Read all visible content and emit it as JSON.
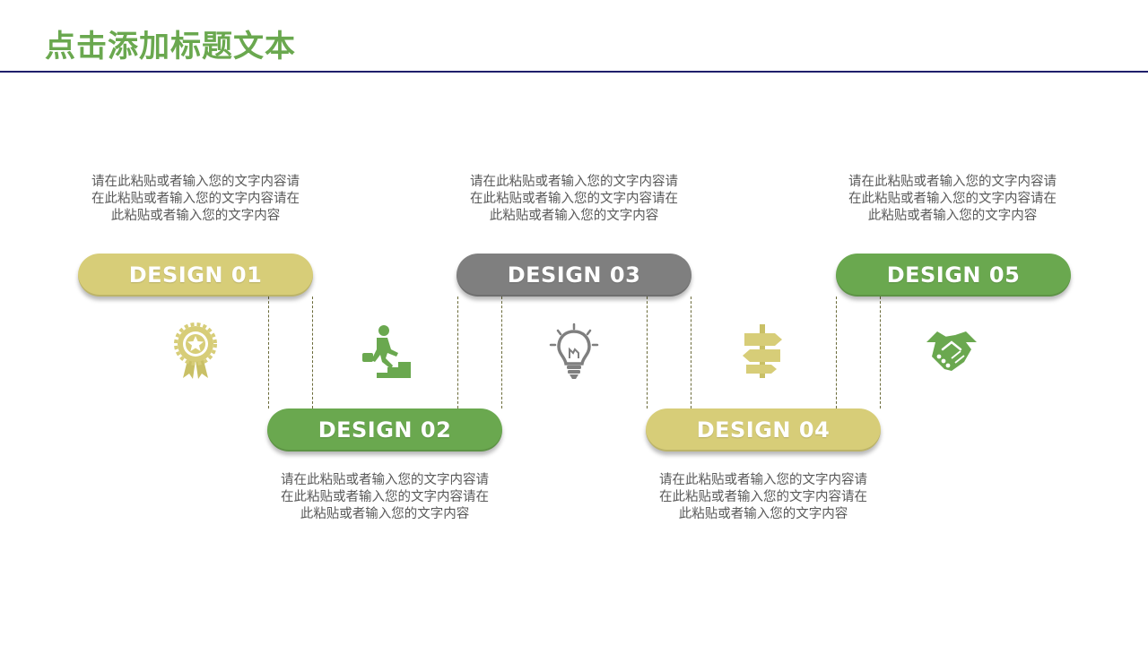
{
  "header": {
    "title": "点击添加标题文本"
  },
  "steps": [
    {
      "label": "DESIGN 01",
      "color": "#d7cd78",
      "icon": "award-ribbon-icon",
      "text": "请在此粘贴或者输入您的文字内容请在此粘贴或者输入您的文字内容请在此粘贴或者输入您的文字内容"
    },
    {
      "label": "DESIGN 02",
      "color": "#6aa84f",
      "icon": "climbing-stairs-icon",
      "text": "请在此粘贴或者输入您的文字内容请在此粘贴或者输入您的文字内容请在此粘贴或者输入您的文字内容"
    },
    {
      "label": "DESIGN 03",
      "color": "#7f7f7f",
      "icon": "lightbulb-icon",
      "text": "请在此粘贴或者输入您的文字内容请在此粘贴或者输入您的文字内容请在此粘贴或者输入您的文字内容"
    },
    {
      "label": "DESIGN 04",
      "color": "#d7cd78",
      "icon": "signpost-icon",
      "text": "请在此粘贴或者输入您的文字内容请在此粘贴或者输入您的文字内容请在此粘贴或者输入您的文字内容"
    },
    {
      "label": "DESIGN 05",
      "color": "#6aa84f",
      "icon": "handshake-icon",
      "text": "请在此粘贴或者输入您的文字内容请在此粘贴或者输入您的文字内容请在此粘贴或者输入您的文字内容"
    }
  ],
  "colors": {
    "title": "#6aa84f",
    "rule": "#1f1f6b",
    "body_text": "#595959"
  }
}
